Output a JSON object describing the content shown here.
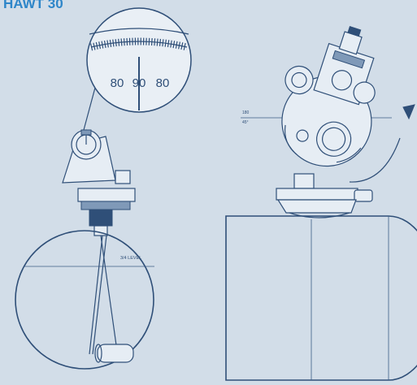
{
  "page": {
    "title": "HAWT 30"
  },
  "gauge": {
    "dial_left": "80",
    "dial_center": "90",
    "dial_right": "80"
  },
  "left_view": {
    "level_label": "3/4 LEVEL"
  },
  "right_view": {
    "angle_top": "180",
    "angle_bottom": "45°"
  },
  "colors": {
    "background": "#d2dde8",
    "line": "#2f4f78",
    "title": "#2e86c9"
  }
}
